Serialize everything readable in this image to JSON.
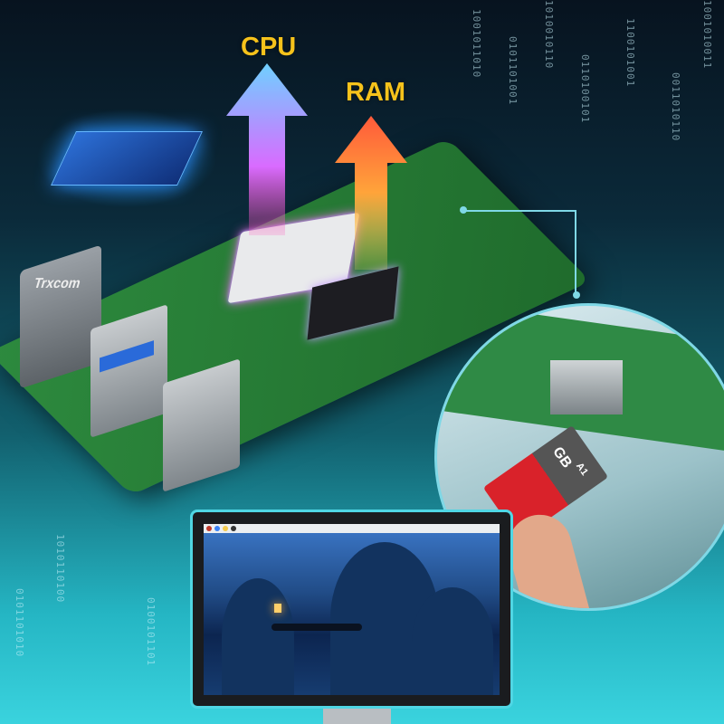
{
  "labels": {
    "cpu": "CPU",
    "ram": "RAM"
  },
  "ethernet_brand": "Trxcom",
  "sd_card": {
    "capacity": "GB",
    "class": "A1"
  },
  "binary_columns": [
    "1001011010",
    "0101101001",
    "1010010110",
    "0110100101",
    "1100101001",
    "0011010110",
    "1001010011",
    "0101101010",
    "1010110100",
    "0100101101"
  ],
  "colors": {
    "cpu_label": "#f6c21b",
    "accent": "#4fd6e4",
    "sd_red": "#d9222a"
  }
}
